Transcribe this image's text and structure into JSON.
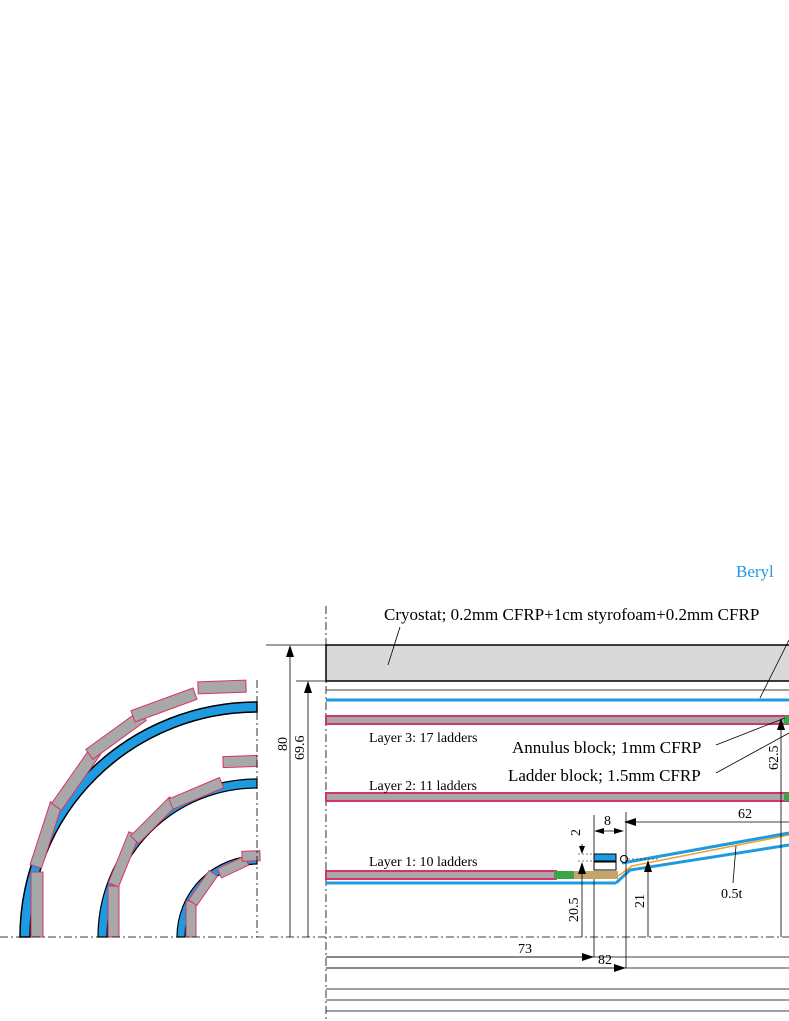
{
  "colors": {
    "beryllium": "#1e9be0",
    "cryostat_fill": "#d9d9d9",
    "layer_fill": "#a8a8a8",
    "layer_edge": "#d6336c",
    "ladder_dark": "#595959",
    "block_green": "#3aa54a",
    "block_tan": "#c4a46a",
    "orange_line": "#f0a020",
    "ladder_light": "#c8c8c8",
    "clip_red": "#e0304a"
  },
  "labels": {
    "beryllium_partial": "Beryl",
    "cryostat": "Cryostat; 0.2mm CFRP+1cm styrofoam+0.2mm CFRP",
    "layer3": "Layer 3: 17 ladders",
    "layer2": "Layer 2: 11 ladders",
    "layer1": "Layer 1: 10 ladders",
    "annulus_block": "Annulus block; 1mm CFRP",
    "ladder_block": "Ladder block; 1.5mm CFRP",
    "thickness": "0.5t"
  },
  "dimensions": {
    "d80": "80",
    "d69_6": "69.6",
    "d62_5": "62.5",
    "d62": "62",
    "d8": "8",
    "d2": "2",
    "d20_5": "20.5",
    "d21": "21",
    "d73": "73",
    "d82": "82"
  }
}
